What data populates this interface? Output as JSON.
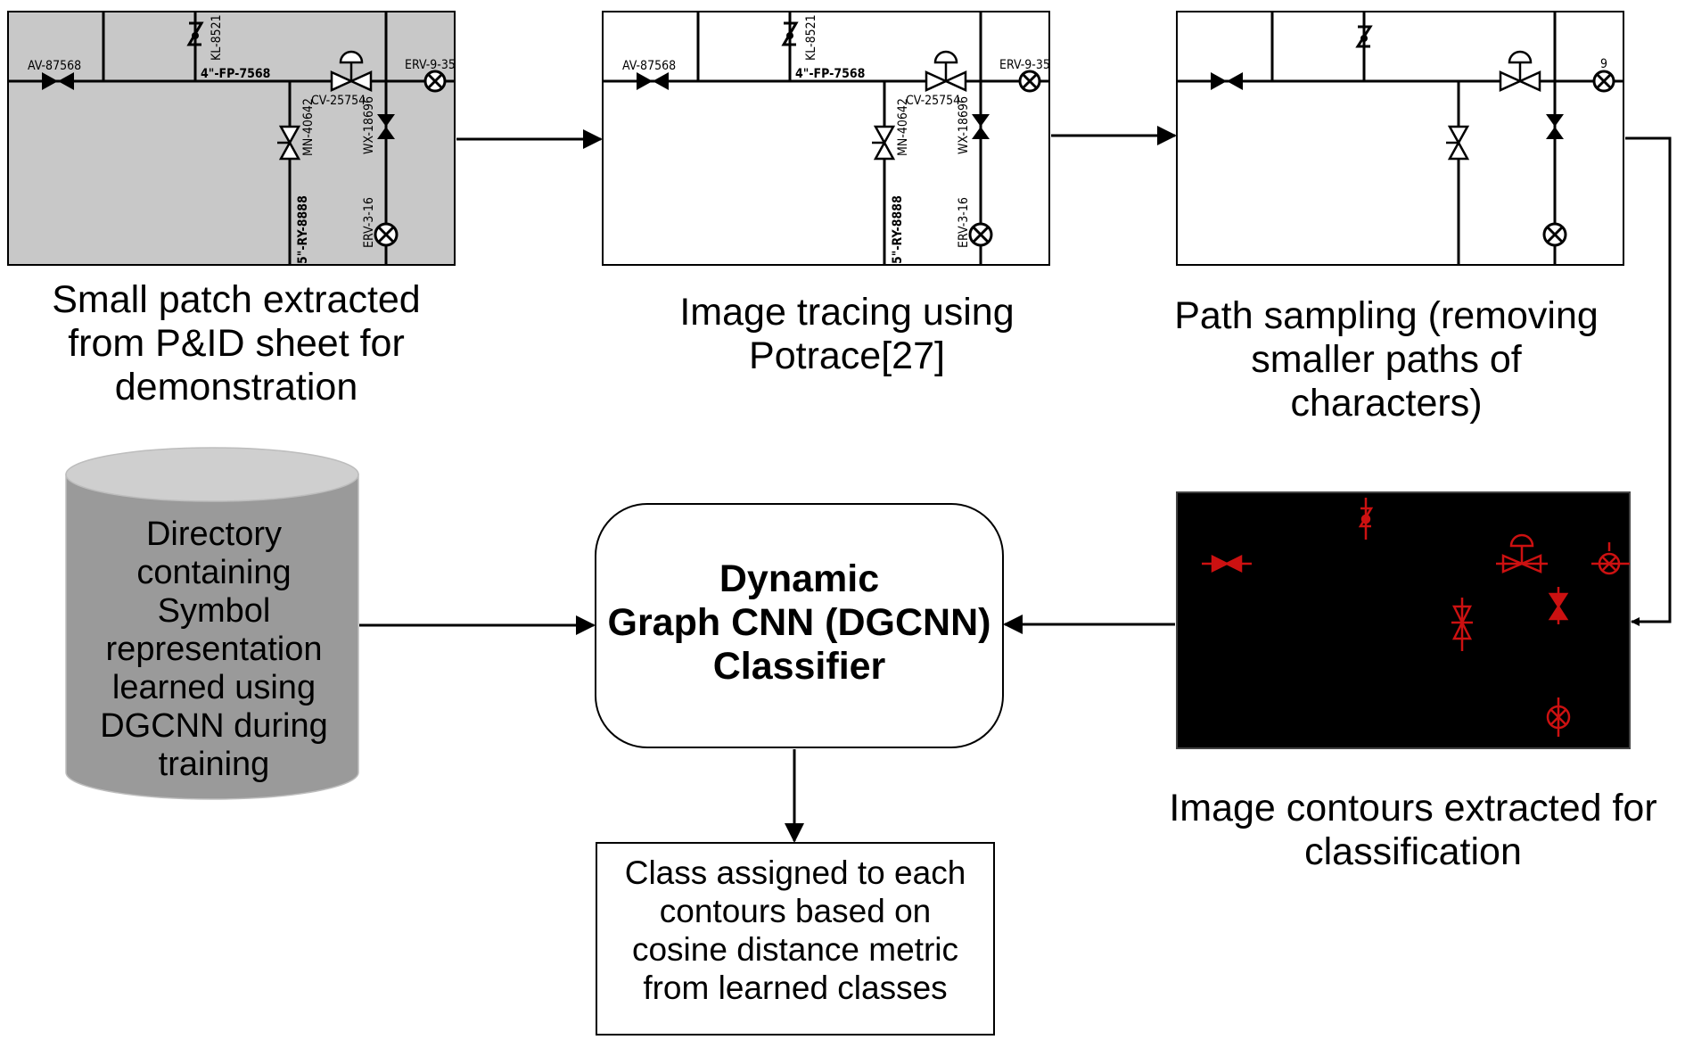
{
  "captions": {
    "patch": "Small patch extracted from P&ID sheet for demonstration",
    "tracing": "Image tracing using Potrace[27]",
    "sampling": "Path sampling (removing smaller paths of characters)",
    "contours": "Image contours extracted for classification"
  },
  "database": {
    "text": "Directory containing Symbol representation learned using DGCNN during training"
  },
  "classifier": {
    "line1": "Dynamic",
    "line2": "Graph CNN (DGCNN)",
    "line3": "Classifier"
  },
  "output": {
    "text": "Class assigned to each contours based on cosine distance metric from learned classes"
  },
  "pid_labels": {
    "av": "AV-87568",
    "kl": "KL-8521",
    "fp": "4\"-FP-7568",
    "cv": "CV-25754",
    "erv_top": "ERV-9-35",
    "erv_top_partial": "9",
    "mn": "MN-40642",
    "wx": "WX-18696",
    "ry": "5\"-RY-8888",
    "erv_bottom": "ERV-3-16"
  },
  "colors": {
    "patch_bg": "#c8c8c8",
    "contour_bg": "#000000",
    "contour_symbols": "#cc1111",
    "database_fill": "#9a9a9a"
  }
}
